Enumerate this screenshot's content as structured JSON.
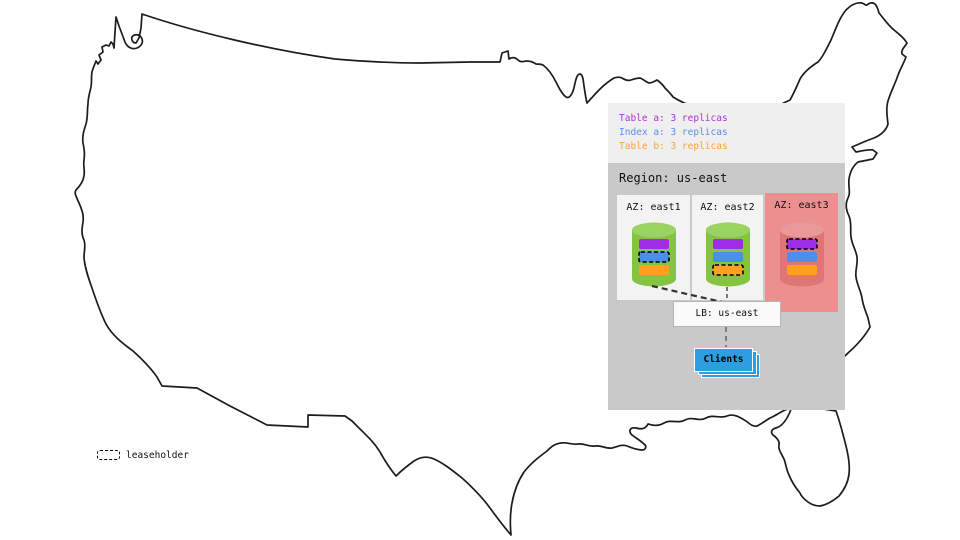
{
  "legend": {
    "items": [
      {
        "label": "Table a: 3 replicas",
        "color": "#a833d9"
      },
      {
        "label": "Index a: 3 replicas",
        "color": "#5b8def"
      },
      {
        "label": "Table b: 3 replicas",
        "color": "#f9a13a"
      }
    ]
  },
  "region": {
    "label": "Region: us-east"
  },
  "azs": [
    {
      "label": "AZ: east1",
      "status": "up",
      "replicas": [
        {
          "name": "table-a",
          "leaseholder": false
        },
        {
          "name": "index-a",
          "leaseholder": true
        },
        {
          "name": "table-b",
          "leaseholder": false
        }
      ]
    },
    {
      "label": "AZ: east2",
      "status": "up",
      "replicas": [
        {
          "name": "table-a",
          "leaseholder": false
        },
        {
          "name": "index-a",
          "leaseholder": false
        },
        {
          "name": "table-b",
          "leaseholder": true
        }
      ]
    },
    {
      "label": "AZ: east3",
      "status": "down",
      "replicas": [
        {
          "name": "table-a",
          "leaseholder": true
        },
        {
          "name": "index-a",
          "leaseholder": false
        },
        {
          "name": "table-b",
          "leaseholder": false
        }
      ]
    }
  ],
  "lb": {
    "label": "LB: us-east"
  },
  "clients": {
    "label": "Clients"
  },
  "map_legend": {
    "label": "leaseholder"
  },
  "colors": {
    "table_a": "#9d2ee8",
    "index_a": "#4a90e8",
    "table_b": "#ffa01e",
    "az_up_bg": "#f3f3f3",
    "az_down_bg": "#ec8f8f",
    "cylinder_up": "#85c441",
    "cylinder_up_top": "#9ad35f",
    "cylinder_down": "#e07575",
    "cylinder_down_top": "#eb9898",
    "region_bg": "#c9c9c9",
    "legend_bg": "#efefef",
    "clients": "#2d9fe0"
  }
}
